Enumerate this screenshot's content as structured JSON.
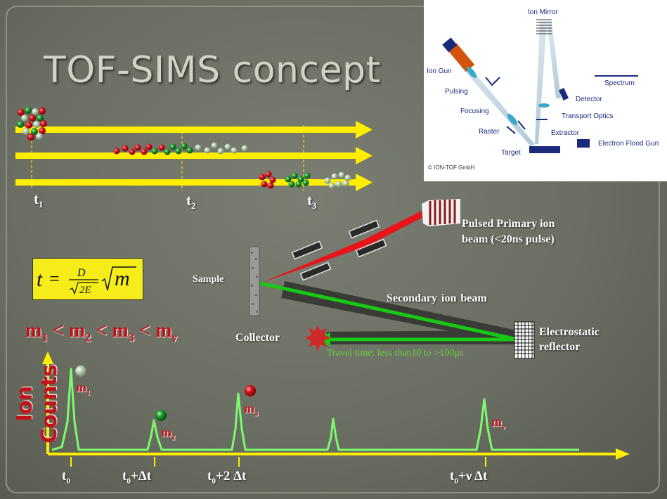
{
  "slide": {
    "title": "TOF-SIMS concept"
  },
  "timeline": {
    "labels": [
      {
        "base": "t",
        "sub": "1"
      },
      {
        "base": "t",
        "sub": "2"
      },
      {
        "base": "t",
        "sub": "3"
      }
    ]
  },
  "formula": {
    "lhs": "t",
    "numerator": "D",
    "denominator": "2E",
    "variable": "m"
  },
  "inequality": {
    "parts": [
      {
        "base": "m",
        "sub": "1"
      },
      {
        "base": "m",
        "sub": "2"
      },
      {
        "base": "m",
        "sub": "3"
      },
      {
        "base": "m",
        "sub": "ν"
      }
    ],
    "separator": "<"
  },
  "setup": {
    "sample_label": "Sample",
    "primary_beam_label": "Pulsed Primary ion beam (<20ns pulse)",
    "secondary_beam_label": "Secondary  ion beam",
    "reflector_label": "Electrostatic reflector",
    "collector_label": "Collector",
    "travel_time": "Travel time:  less than10 to >100μs"
  },
  "spectrum": {
    "y_label": "Ion Counts",
    "peaks": [
      {
        "base": "m",
        "sub": "1",
        "ball_color": "#c9d8c4"
      },
      {
        "base": "m",
        "sub": "2",
        "ball_color": "#1fa12e"
      },
      {
        "base": "m",
        "sub": "3",
        "ball_color": "#e0141e"
      },
      {
        "base": "m",
        "sub": "ν",
        "ball_color": ""
      }
    ],
    "x_labels": [
      {
        "base": "t",
        "sub": "0",
        "tail": ""
      },
      {
        "base": "t",
        "sub": "0",
        "tail": "+Δt"
      },
      {
        "base": "t",
        "sub": "0",
        "tail": "+2 Δt"
      },
      {
        "base": "t",
        "sub": "0",
        "tail": "+ν Δt"
      }
    ]
  },
  "inset": {
    "labels": {
      "ion_mirror": "Ion Mirror",
      "ion_gun": "Ion Gun",
      "pulsing": "Pulsing",
      "focusing": "Focusing",
      "raster": "Raster",
      "target": "Target",
      "detector": "Detector",
      "spectrum": "Spectrum",
      "transport_optics": "Transport Optics",
      "extractor": "Extractor",
      "electron_flood_gun": "Electron Flood Gun",
      "copyright": "© ION-TOF GmbH"
    }
  },
  "colors": {
    "arrow_yellow": "#ffee00",
    "primary_red": "#e8141a",
    "secondary_green": "#17c914",
    "spectrum_line": "#7dfa6e",
    "accent_red": "#c0141a"
  }
}
